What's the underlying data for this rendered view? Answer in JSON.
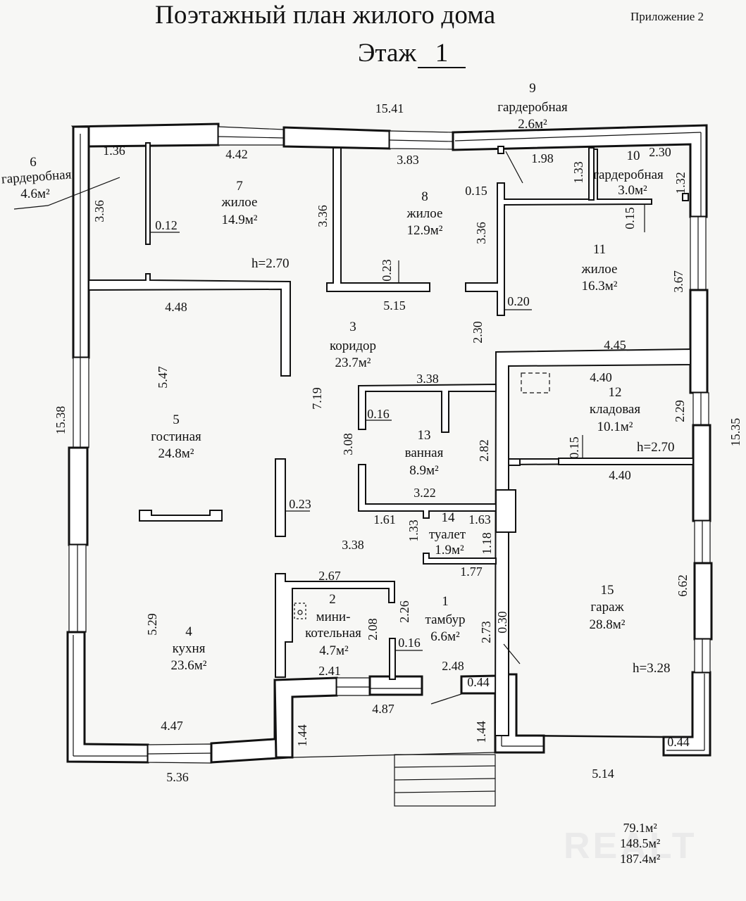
{
  "header": {
    "title": "Поэтажный план жилого дома",
    "floor_label": "Этаж",
    "floor_number": "1",
    "appendix": "Приложение 2"
  },
  "rooms": [
    {
      "id": "1",
      "name": "тамбур",
      "area": "6.6м²"
    },
    {
      "id": "2",
      "name_line1": "мини-",
      "name_line2": "котельная",
      "area": "4.7м²"
    },
    {
      "id": "3",
      "name": "коридор",
      "area": "23.7м²"
    },
    {
      "id": "4",
      "name": "кухня",
      "area": "23.6м²"
    },
    {
      "id": "5",
      "name": "гостиная",
      "area": "24.8м²"
    },
    {
      "id": "6",
      "name": "гардеробная",
      "area": "4.6м²"
    },
    {
      "id": "7",
      "name": "жилое",
      "area": "14.9м²"
    },
    {
      "id": "8",
      "name": "жилое",
      "area": "12.9м²"
    },
    {
      "id": "9",
      "name": "гардеробная",
      "area": "2.6м²"
    },
    {
      "id": "10",
      "name": "гардеробная",
      "area": "3.0м²"
    },
    {
      "id": "11",
      "name": "жилое",
      "area": "16.3м²"
    },
    {
      "id": "12",
      "name": "кладовая",
      "area": "10.1м²"
    },
    {
      "id": "13",
      "name": "ванная",
      "area": "8.9м²"
    },
    {
      "id": "14",
      "name": "туалет",
      "area": "1.9м²"
    },
    {
      "id": "15",
      "name": "гараж",
      "area": "28.8м²"
    }
  ],
  "heights": {
    "living": "h=2.70",
    "storage": "h=2.70",
    "garage": "h=3.28"
  },
  "dimensions": {
    "top_overall": "15.41",
    "left_overall": "15.38",
    "right_overall": "15.35",
    "bottom_left": "5.36",
    "bottom_right": "5.14",
    "r6_width": "1.36",
    "r7_width": "4.42",
    "r7_left_h": "3.36",
    "r7_partition": "0.12",
    "r8_width": "3.83",
    "r8_left_h": "3.36",
    "r8_right_h": "3.36",
    "r8_wall": "0.23",
    "r8_bottom": "5.15",
    "r9_width": "1.98",
    "r9_h": "1.33",
    "r9_wall": "0.15",
    "r10_width": "2.30",
    "r10_h": "1.32",
    "r10_wall": "0.15",
    "r11_right_h": "3.67",
    "r11_wall": "0.20",
    "r11_bottom": "4.45",
    "r5_top": "4.48",
    "r5_h": "5.47",
    "r5_wall": "0.23",
    "corridor_h": "7.19",
    "corridor_gap": "2.30",
    "corridor_lower": "3.38",
    "r13_top": "3.38",
    "r13_wall": "0.16",
    "r13_left_h": "3.08",
    "r13_right_h": "2.82",
    "r13_bottom": "3.22",
    "r12_top": "4.40",
    "r12_h": "2.29",
    "r12_wall": "0.15",
    "r12_bottom": "4.40",
    "r14_left": "1.61",
    "r14_right": "1.63",
    "r14_h_left": "1.33",
    "r14_h_right": "1.18",
    "r14_bottom": "1.77",
    "r2_top": "2.67",
    "r2_right_h": "2.26",
    "r2_inner_h": "2.08",
    "r2_wall": "0.16",
    "r2_bottom": "2.41",
    "r1_bottom": "2.48",
    "r1_right_h": "2.73",
    "r1_wall": "0.30",
    "porch_width": "4.87",
    "porch_left_h": "1.44",
    "porch_right_h": "1.44",
    "porch_wall": "0.44",
    "garage_wall": "0.44",
    "r4_h": "5.29",
    "r4_bottom": "4.47",
    "r15_right_h": "6.62"
  },
  "totals": [
    "79.1м²",
    "148.5м²",
    "187.4м²"
  ],
  "watermark": "REALT"
}
